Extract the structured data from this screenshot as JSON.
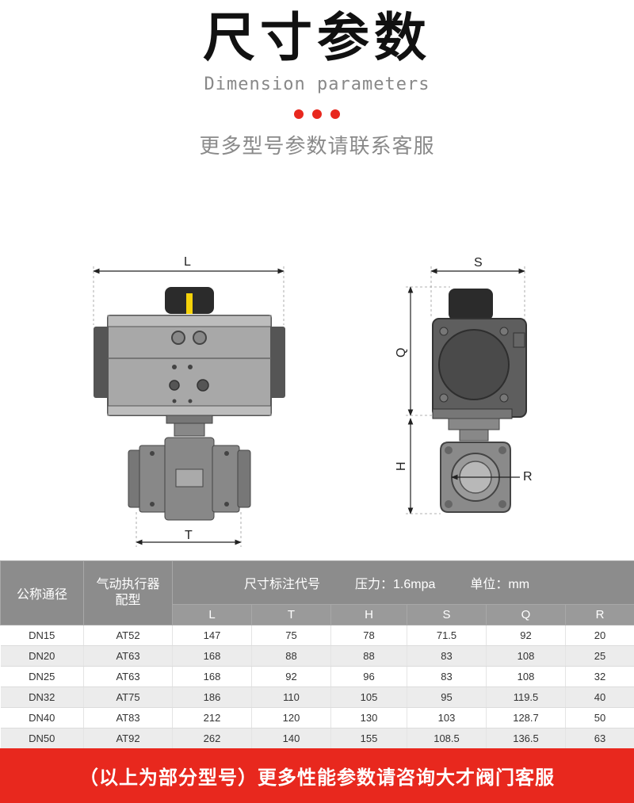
{
  "header": {
    "title": "尺寸参数",
    "subtitle": "Dimension parameters",
    "note": "更多型号参数请联系客服"
  },
  "drawing": {
    "front_labels": {
      "length": "L",
      "thread": "T"
    },
    "side_labels": {
      "width": "S",
      "height_q": "Q",
      "height_h": "H",
      "radius": "R"
    }
  },
  "table": {
    "col_nominal": "公称通径",
    "col_actuator": "气动执行器配型",
    "group_label": "尺寸标注代号",
    "pressure": "压力：1.6mpa",
    "unit": "单位：mm",
    "dims": [
      "L",
      "T",
      "H",
      "S",
      "Q",
      "R"
    ],
    "rows": [
      [
        "DN15",
        "AT52",
        "147",
        "75",
        "78",
        "71.5",
        "92",
        "20"
      ],
      [
        "DN20",
        "AT63",
        "168",
        "88",
        "88",
        "83",
        "108",
        "25"
      ],
      [
        "DN25",
        "AT63",
        "168",
        "92",
        "96",
        "83",
        "108",
        "32"
      ],
      [
        "DN32",
        "AT75",
        "186",
        "110",
        "105",
        "95",
        "119.5",
        "40"
      ],
      [
        "DN40",
        "AT83",
        "212",
        "120",
        "130",
        "103",
        "128.7",
        "50"
      ],
      [
        "DN50",
        "AT92",
        "262",
        "140",
        "155",
        "108.5",
        "136.5",
        "63"
      ]
    ]
  },
  "footer": {
    "text": "（以上为部分型号）更多性能参数请咨询大才阀门客服"
  },
  "colors": {
    "accent": "#e8281e",
    "table_header": "#8c8c8c"
  }
}
